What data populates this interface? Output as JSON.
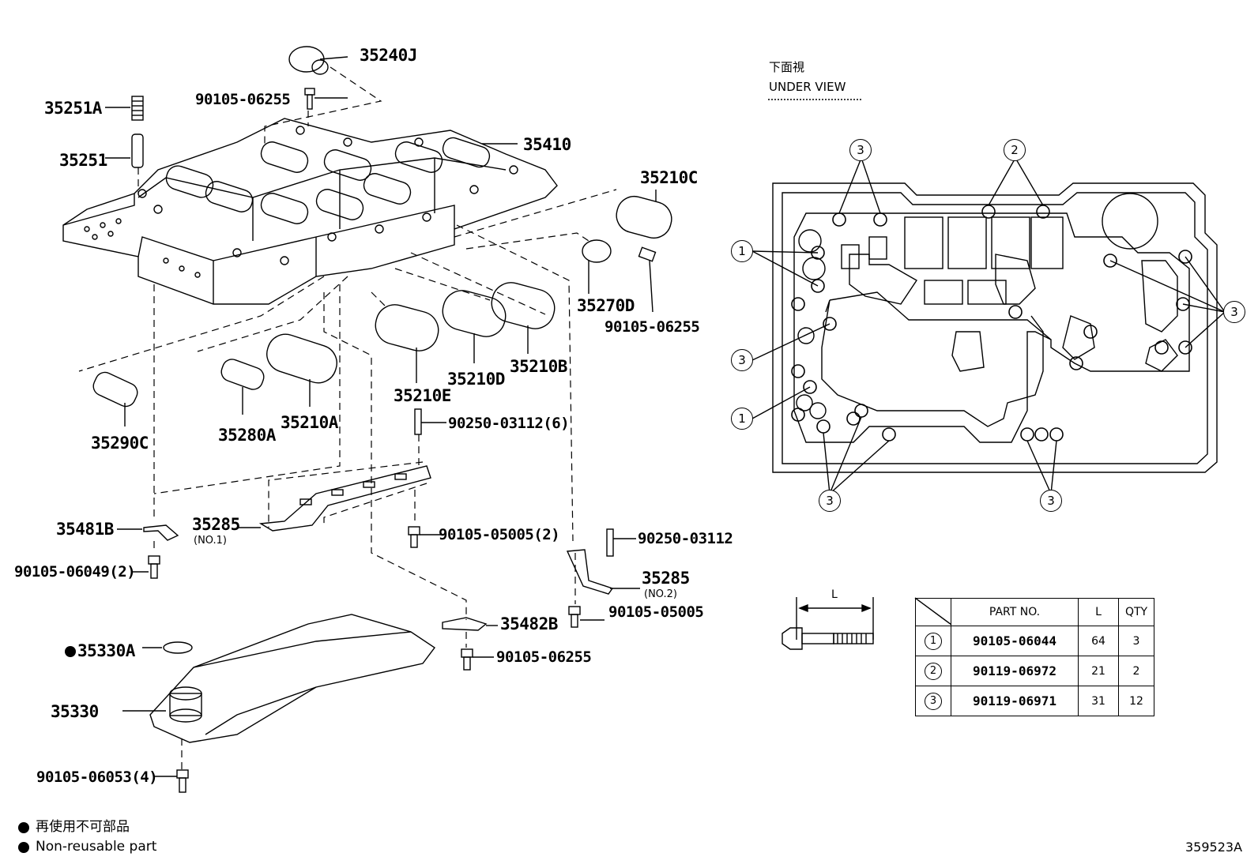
{
  "main_view": {
    "labels": {
      "p35240J": "35240J",
      "p90105_06255_a": "90105-06255",
      "p35251A": "35251A",
      "p35251": "35251",
      "p35410": "35410",
      "p35210C": "35210C",
      "p35270D": "35270D",
      "p90105_06255_b": "90105-06255",
      "p35210B": "35210B",
      "p35210D": "35210D",
      "p35210E": "35210E",
      "p35210A": "35210A",
      "p35280A": "35280A",
      "p35290C": "35290C",
      "p90250_03112_6": "90250-03112(6)",
      "p35481B": "35481B",
      "p35285_1": "35285",
      "p35285_1_sub": "(NO.1)",
      "p90105_05005_2": "90105-05005(2)",
      "p90250_03112": "90250-03112",
      "p35285_2": "35285",
      "p35285_2_sub": "(NO.2)",
      "p90105_06049_2": "90105-06049(2)",
      "p90105_05005": "90105-05005",
      "p35482B": "35482B",
      "p35330A": "35330A",
      "p90105_06255_c": "90105-06255",
      "p35330": "35330",
      "p90105_06053_4": "90105-06053(4)"
    }
  },
  "under_view": {
    "title_jp": "下面視",
    "title_en": "UNDER VIEW",
    "callouts": [
      "3",
      "2",
      "1",
      "3",
      "3",
      "1",
      "3",
      "3"
    ]
  },
  "bolt_table": {
    "dimension_label": "L",
    "headers": [
      "PART NO.",
      "L",
      "QTY"
    ],
    "rows": [
      {
        "index": "1",
        "part_no": "90105-06044",
        "l": "64",
        "qty": "3"
      },
      {
        "index": "2",
        "part_no": "90119-06972",
        "l": "21",
        "qty": "2"
      },
      {
        "index": "3",
        "part_no": "90119-06971",
        "l": "31",
        "qty": "12"
      }
    ]
  },
  "legend": {
    "line1": "再使用不可部品",
    "line2": "Non-reusable part"
  },
  "figure_id": "359523A"
}
